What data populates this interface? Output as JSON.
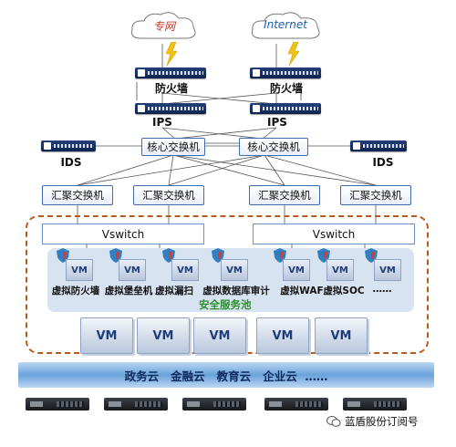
{
  "clouds": {
    "left": "专网",
    "right": "Internet"
  },
  "devices": {
    "firewall_label": "防火墙",
    "ips_label": "IPS",
    "ids_label": "IDS"
  },
  "core_switch_label": "核心交换机",
  "agg_switch_label": "汇聚交换机",
  "vswitch_label": "Vswitch",
  "security_pool": {
    "title": "安全服务池",
    "services": [
      "虚拟防火墙",
      "虚拟堡垒机",
      "虚拟漏扫",
      "虚拟数据库审计",
      "虚拟WAF",
      "虚拟SOC",
      "……"
    ],
    "vm_label": "VM"
  },
  "vm_label": "VM",
  "cloud_bar_text": "政务云   金融云   教育云   企业云  ……",
  "watermark": "蓝盾股份订阅号",
  "colors": {
    "line": "#555555",
    "dashed_border": "#b85a1f",
    "pool_bg": "#d8e3f2",
    "pool_title": "#2a8f2a",
    "switch_border": "#3f6bb0"
  }
}
